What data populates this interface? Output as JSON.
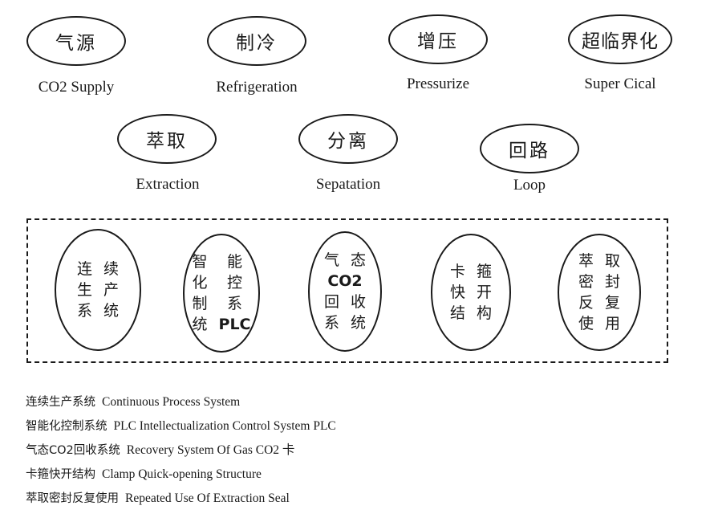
{
  "top_row": [
    {
      "cn": "气源",
      "en": "CO2 Supply"
    },
    {
      "cn": "制冷",
      "en": "Refrigeration"
    },
    {
      "cn": "增压",
      "en": "Pressurize"
    },
    {
      "cn": "超临界化",
      "en": "Super Cical"
    }
  ],
  "mid_row": [
    {
      "cn": "萃取",
      "en": "Extraction"
    },
    {
      "cn": "分离",
      "en": "Sepatation"
    },
    {
      "cn": "回路",
      "en": "Loop"
    }
  ],
  "features": [
    {
      "cells": [
        "连",
        "续",
        "生",
        "产",
        "系",
        "统"
      ]
    },
    {
      "cells": [
        "智",
        "能",
        "化",
        "控",
        "制",
        "系",
        "统",
        "PLC"
      ]
    },
    {
      "cells": [
        "气",
        "态",
        "CO2",
        "",
        "回",
        "收",
        "系",
        "统"
      ]
    },
    {
      "cells": [
        "卡",
        "箍",
        "快",
        "开",
        "结",
        "构"
      ]
    },
    {
      "cells": [
        "萃",
        "取",
        "密",
        "封",
        "反",
        "复",
        "使",
        "用"
      ]
    }
  ],
  "legend": [
    {
      "cn": "连续生产系统",
      "en": "Continuous Process System"
    },
    {
      "cn": "智能化控制系统",
      "en": "PLC  Intellectualization Control System PLC"
    },
    {
      "cn": "气态CO2回收系统",
      "en": "Recovery System Of Gas CO2 卡"
    },
    {
      "cn": "卡箍快开结构",
      "en": "Clamp Quick-opening Structure"
    },
    {
      "cn": "萃取密封反复使用",
      "en": "Repeated Use Of Extraction Seal"
    }
  ]
}
